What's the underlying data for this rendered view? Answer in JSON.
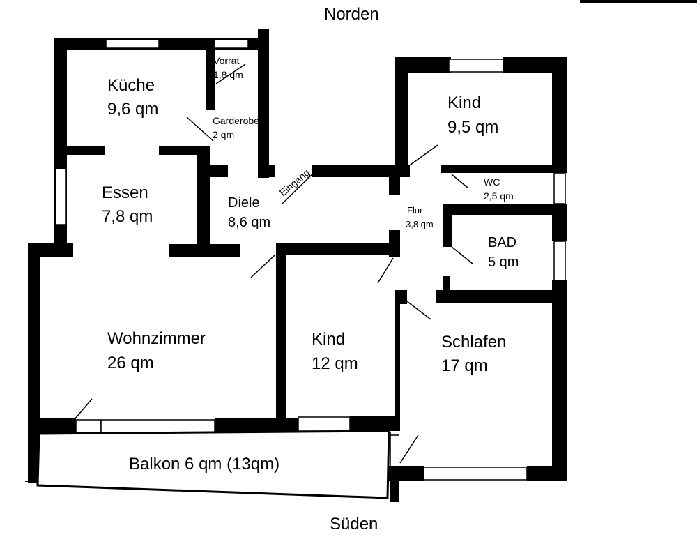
{
  "compass": {
    "north": "Norden",
    "south": "Süden"
  },
  "rooms": {
    "kueche": {
      "name": "Küche",
      "area": "9,6 qm"
    },
    "vorrat": {
      "name": "Vorrat",
      "area": "1,8 qm"
    },
    "garderobe": {
      "name": "Garderobe",
      "area": "2 qm"
    },
    "essen": {
      "name": "Essen",
      "area": "7,8 qm"
    },
    "diele": {
      "name": "Diele",
      "area": "8,6 qm"
    },
    "kind_n": {
      "name": "Kind",
      "area": "9,5 qm"
    },
    "wc": {
      "name": "WC",
      "area": "2,5 qm"
    },
    "flur": {
      "name": "Flur",
      "area": "3,8 qm"
    },
    "bad": {
      "name": "BAD",
      "area": "5 qm"
    },
    "wohnzimmer": {
      "name": "Wohnzimmer",
      "area": "26 qm"
    },
    "kind_s": {
      "name": "Kind",
      "area": "12 qm"
    },
    "schlafen": {
      "name": "Schlafen",
      "area": "17 qm"
    }
  },
  "eingang": "Eingang",
  "balkon": "Balkon 6 qm (13qm)"
}
